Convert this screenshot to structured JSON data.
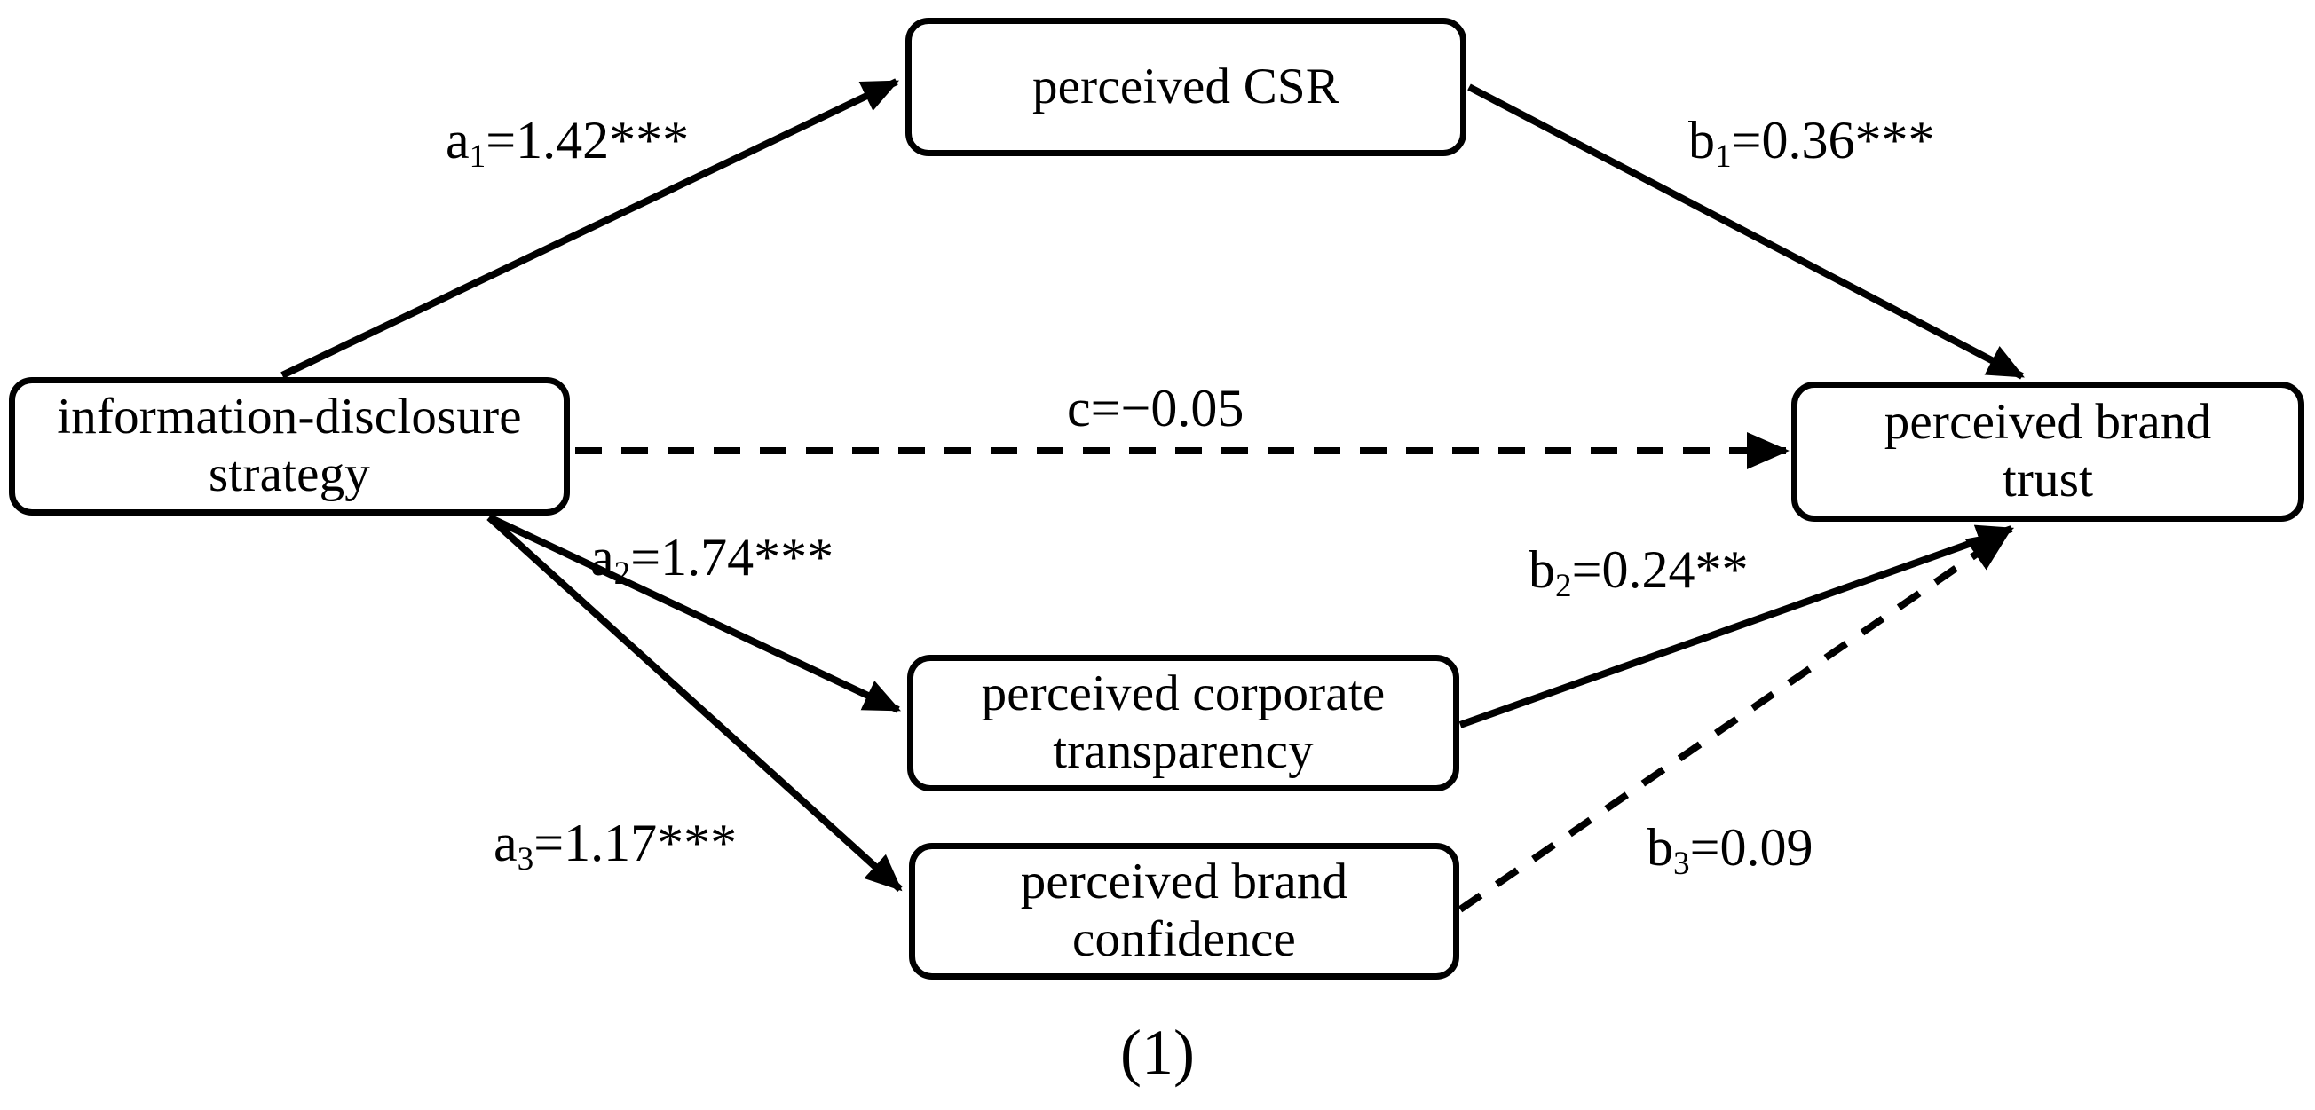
{
  "figure": {
    "caption": "(1)",
    "type": "mediation-path-model",
    "background_color": "#ffffff",
    "line_color": "#000000"
  },
  "nodes": {
    "predictor": {
      "id": "information-disclosure-strategy",
      "line1": "information-disclosure",
      "line2": "strategy"
    },
    "mediator1": {
      "id": "perceived-csr",
      "line1": "perceived CSR",
      "line2": ""
    },
    "mediator2": {
      "id": "perceived-corporate-transparency",
      "line1": "perceived corporate",
      "line2": "transparency"
    },
    "mediator3": {
      "id": "perceived-brand-confidence",
      "line1": "perceived brand",
      "line2": "confidence"
    },
    "outcome": {
      "id": "perceived-brand-trust",
      "line1": "perceived brand",
      "line2": "trust"
    }
  },
  "paths": [
    {
      "id": "a1",
      "coef_name": "a",
      "subscript": "1",
      "equals": "=",
      "value": "1.42",
      "stars": "***",
      "label": "a1=1.42***",
      "style": "solid",
      "from": "information-disclosure-strategy",
      "to": "perceived-csr"
    },
    {
      "id": "b1",
      "coef_name": "b",
      "subscript": "1",
      "equals": "=",
      "value": "0.36",
      "stars": "***",
      "label": "b1=0.36***",
      "style": "solid",
      "from": "perceived-csr",
      "to": "perceived-brand-trust"
    },
    {
      "id": "c",
      "coef_name": "c",
      "subscript": "",
      "equals": "=",
      "value": "−0.05",
      "stars": "",
      "label": "c=−0.05",
      "style": "dashed",
      "from": "information-disclosure-strategy",
      "to": "perceived-brand-trust"
    },
    {
      "id": "a2",
      "coef_name": "a",
      "subscript": "2",
      "equals": "=",
      "value": "1.74",
      "stars": "***",
      "label": "a2=1.74***",
      "style": "solid",
      "from": "information-disclosure-strategy",
      "to": "perceived-corporate-transparency"
    },
    {
      "id": "b2",
      "coef_name": "b",
      "subscript": "2",
      "equals": "=",
      "value": "0.24",
      "stars": "**",
      "label": "b2=0.24**",
      "style": "solid",
      "from": "perceived-corporate-transparency",
      "to": "perceived-brand-trust"
    },
    {
      "id": "a3",
      "coef_name": "a",
      "subscript": "3",
      "equals": "=",
      "value": "1.17",
      "stars": "***",
      "label": "a3=1.17***",
      "style": "solid",
      "from": "information-disclosure-strategy",
      "to": "perceived-brand-confidence"
    },
    {
      "id": "b3",
      "coef_name": "b",
      "subscript": "3",
      "equals": "=",
      "value": "0.09",
      "stars": "",
      "label": "b3=0.09",
      "style": "dashed",
      "from": "perceived-brand-confidence",
      "to": "perceived-brand-trust"
    }
  ]
}
